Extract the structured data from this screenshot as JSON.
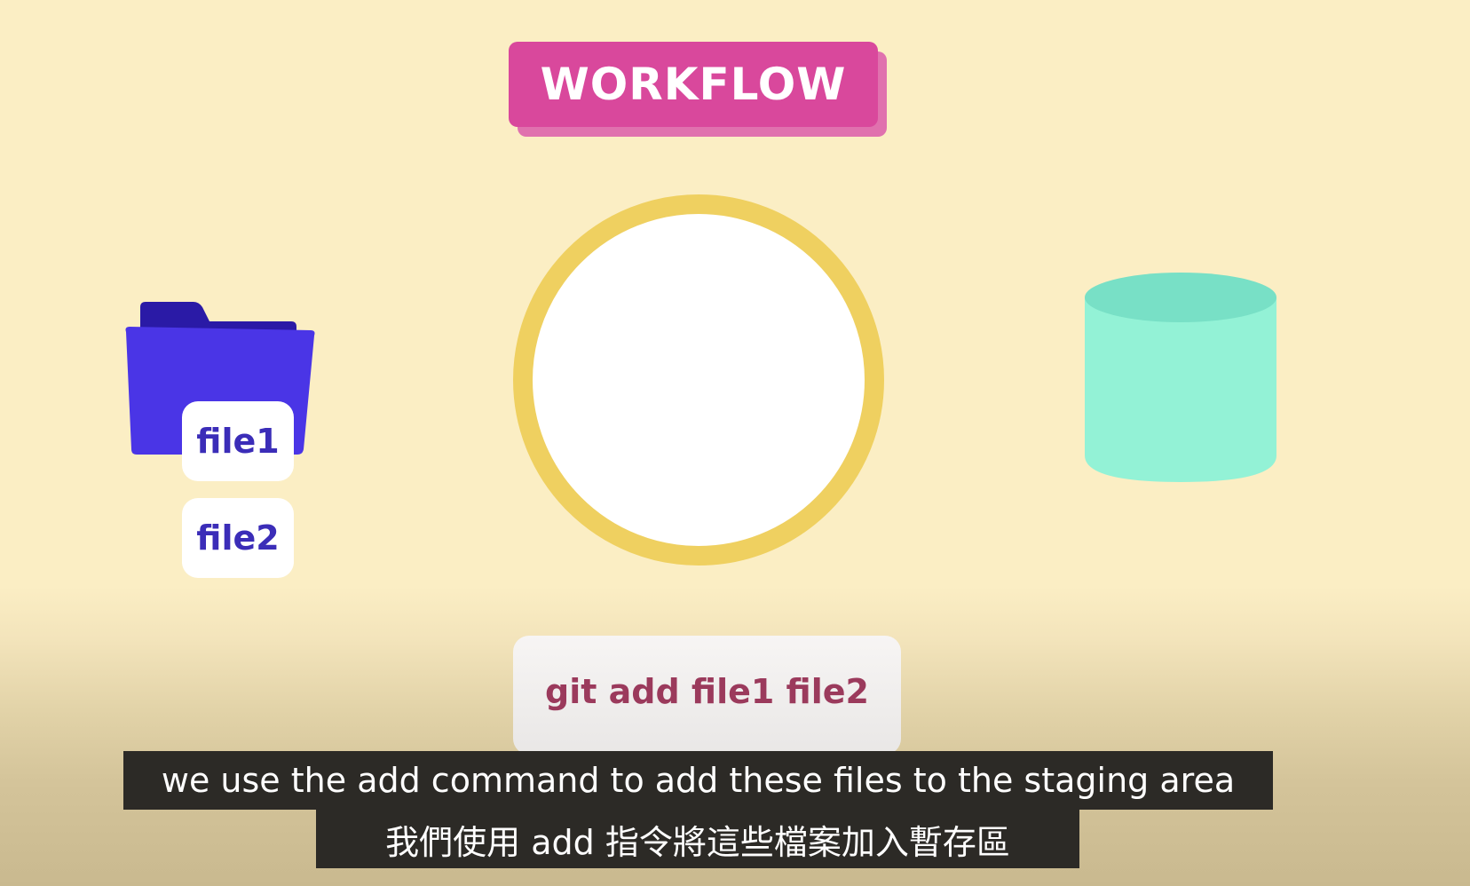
{
  "title": "WORKFLOW",
  "working_directory": {
    "icon": "folder-icon",
    "files": [
      "file1",
      "file2"
    ]
  },
  "staging_area": {
    "icon": "circle-shape"
  },
  "repository": {
    "icon": "database-cylinder-icon"
  },
  "command": "git add file1 file2",
  "subtitles": {
    "english": "we use the add command to add these files to the staging area",
    "chinese": "我們使用 add 指令將這些檔案加入暫存區"
  },
  "colors": {
    "background": "#fbeec4",
    "title_badge": "#d9489c",
    "folder": "#4a35e6",
    "file_text": "#3b2db8",
    "circle_ring": "#efd060",
    "cylinder": "#93f2d6",
    "command_text": "#9b3a5c"
  }
}
